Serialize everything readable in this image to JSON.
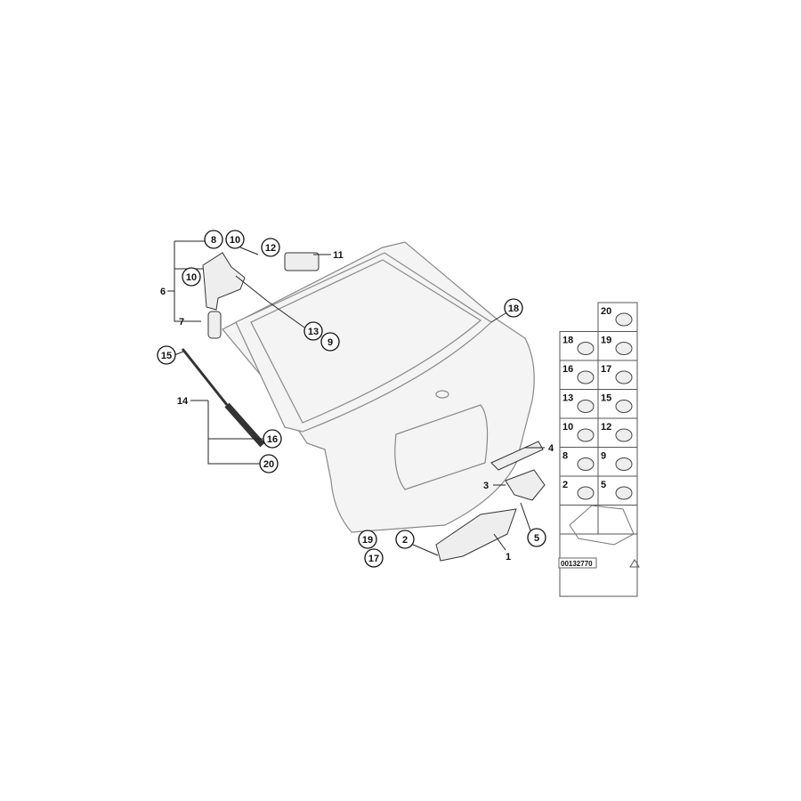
{
  "diagram": {
    "circled_callouts": [
      "8",
      "10",
      "10",
      "12",
      "13",
      "9",
      "18",
      "15",
      "16",
      "20",
      "19",
      "17",
      "2",
      "5"
    ],
    "plain_callouts": [
      "11",
      "6",
      "7",
      "14",
      "4",
      "3",
      "1"
    ],
    "legend_grid": {
      "cells": [
        "20",
        "18",
        "19",
        "16",
        "17",
        "13",
        "15",
        "10",
        "12",
        "8",
        "9",
        "2",
        "5"
      ],
      "part_number": "00132770",
      "icon": "triangle-icon"
    },
    "colors": {
      "line": "#222222",
      "outline": "#888888"
    }
  }
}
